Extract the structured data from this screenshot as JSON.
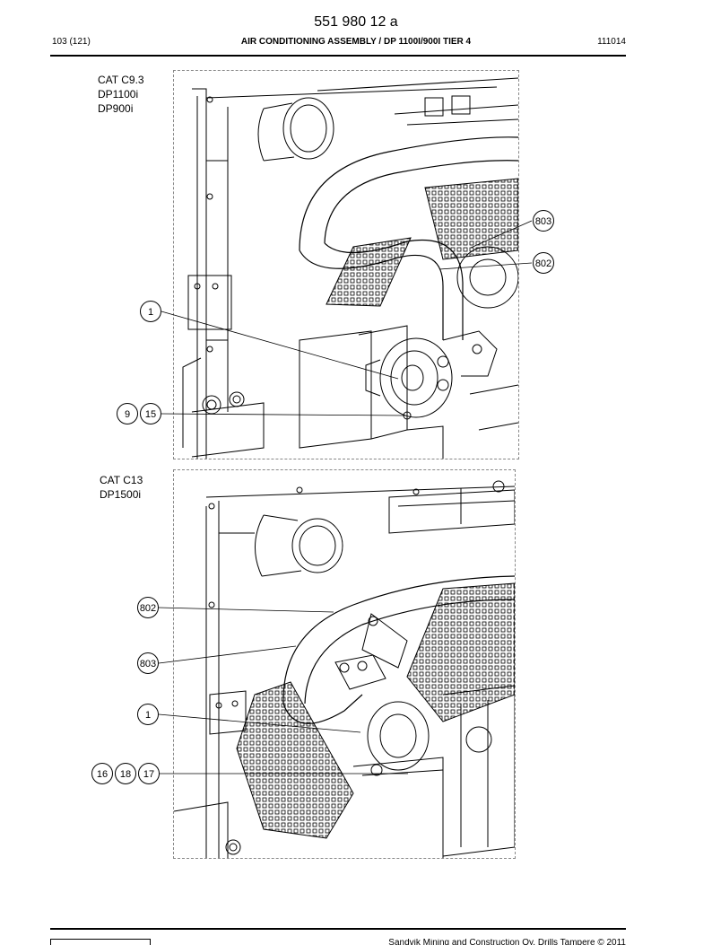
{
  "header": {
    "doc_number": "551 980 12 a",
    "page": "103 (121)",
    "title": "AIR CONDITIONING ASSEMBLY / DP 1100I/900I TIER 4",
    "date_code": "111014"
  },
  "figure_top": {
    "labels": [
      "CAT C9.3",
      "DP1100i",
      "DP900i"
    ],
    "callouts": [
      "803",
      "802",
      "1",
      "9",
      "15"
    ]
  },
  "figure_bottom": {
    "labels": [
      "CAT C13",
      "DP1500i"
    ],
    "callouts": [
      "802",
      "803",
      "1",
      "16",
      "18",
      "17"
    ]
  },
  "footer": {
    "copyright": "Sandvik Mining and Construction Oy, Drills Tampere © 2011"
  }
}
